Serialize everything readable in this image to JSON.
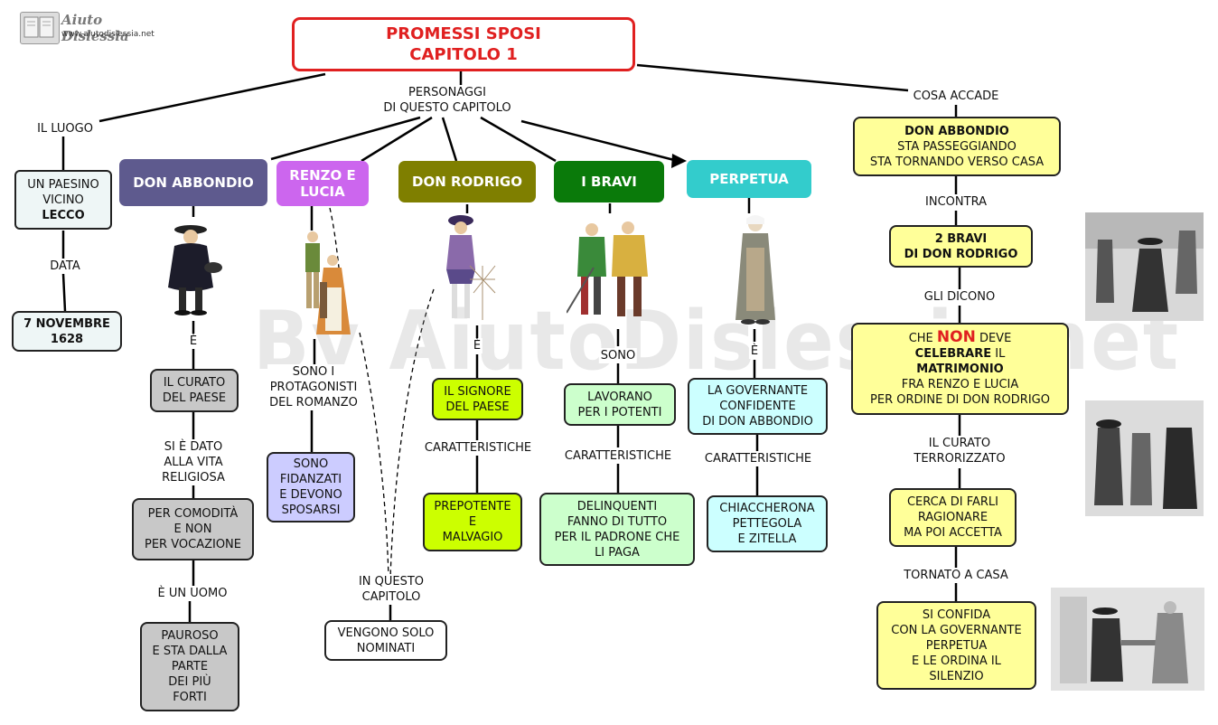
{
  "logo": {
    "name": "Aiuto Dislessia",
    "url": "www.aiutodislessia.net"
  },
  "watermark": "By AiutoDislessia.net",
  "title": {
    "line1": "PROMESSI SPOSI",
    "line2": "CAPITOLO 1"
  },
  "links": {
    "personaggi": "PERSONAGGI\nDI QUESTO CAPITOLO",
    "il_luogo": "IL LUOGO",
    "cosa_accade": "COSA  ACCADE",
    "data": "DATA",
    "e1": "È",
    "si_e_dato": "SI È DATO\nALLA VITA\nRELIGIOSA",
    "e_un_uomo": "È UN UOMO",
    "sono_protagonisti": "SONO I\nPROTAGONISTI\nDEL ROMANZO",
    "in_questo_capitolo": "IN QUESTO\nCAPITOLO",
    "e2": "È",
    "caratteristiche1": "CARATTERISTICHE",
    "sono": "SONO",
    "caratteristiche2": "CARATTERISTICHE",
    "e3": "È",
    "caratteristiche3": "CARATTERISTICHE",
    "incontra": "INCONTRA",
    "gli_dicono": "GLI DICONO",
    "il_curato_terrorizzato": "IL CURATO\nTERRORIZZATO",
    "tornato_a_casa": "TORNATO A CASA"
  },
  "characters": {
    "don_abbondio": "DON ABBONDIO",
    "renzo_lucia": "RENZO E\nLUCIA",
    "don_rodrigo": "DON RODRIGO",
    "bravi": "I BRAVI",
    "perpetua": "PERPETUA"
  },
  "place": {
    "paesino_1": "UN PAESINO\nVICINO",
    "paesino_2": "LECCO",
    "date_1": "7 NOVEMBRE",
    "date_2": "1628"
  },
  "abbondio": {
    "curato": "IL CURATO\nDEL PAESE",
    "comodita": "PER COMODITÀ\nE NON\nPER VOCAZIONE",
    "pauroso": "PAUROSO\nE STA DALLA\nPARTE\nDEI PIÙ\nFORTI"
  },
  "renzo": {
    "fidanzati": "SONO\nFIDANZATI\nE DEVONO\nSPOSARSI",
    "nominati": "VENGONO SOLO\nNOMINATI"
  },
  "rodrigo": {
    "signore": "IL SIGNORE\nDEL PAESE",
    "prepotente": "PREPOTENTE\nE\nMALVAGIO"
  },
  "bravi": {
    "lavorano": "LAVORANO\nPER I POTENTI",
    "delinquenti": "DELINQUENTI\nFANNO DI TUTTO\nPER IL PADRONE CHE\nLI PAGA"
  },
  "perpetua": {
    "governante": "LA GOVERNANTE\nCONFIDENTE\nDI DON ABBONDIO",
    "chiacchierona": "CHIACCHERONA\nPETTEGOLA\nE ZITELLA"
  },
  "events": {
    "ev1_bold": "DON ABBONDIO",
    "ev1_rest": "STA PASSEGGIANDO\nSTA TORNANDO VERSO CASA",
    "ev2": "2 BRAVI\nDI DON RODRIGO",
    "ev3_che": "CHE ",
    "ev3_non": "NON",
    "ev3_deve": " DEVE",
    "ev3_celebrare": "CELEBRARE",
    "ev3_il": " IL",
    "ev3_matrimonio": "MATRIMONIO",
    "ev3_rest": "FRA RENZO E LUCIA\nPER ORDINE DI DON RODRIGO",
    "ev4": "CERCA DI FARLI\nRAGIONARE\nMA POI ACCETTA",
    "ev5": "SI CONFIDA\nCON LA GOVERNANTE\nPERPETUA\nE LE ORDINA IL\nSILENZIO"
  },
  "colors": {
    "title": "#e02020",
    "don_abbondio": "#5e5a8e",
    "renzo_lucia": "#cc66ee",
    "don_rodrigo": "#7f7f00",
    "bravi": "#0a7a0a",
    "perpetua": "#33cccc",
    "events_fill": "#ffff99",
    "place_fill": "#eef6f6",
    "abbondio_fill": "#c8c8c8",
    "renzo_fill": "#ccccff",
    "rodrigo_fill": "#ccff00",
    "bravi_fill": "#ccffcc",
    "perpetua_fill": "#ccffff"
  },
  "icons": [
    "book-logo-icon",
    "don-abbondio-illustration",
    "renzo-lucia-illustration",
    "don-rodrigo-illustration",
    "bravi-illustration",
    "perpetua-illustration",
    "scene-photo-1",
    "scene-photo-2",
    "scene-photo-3"
  ]
}
